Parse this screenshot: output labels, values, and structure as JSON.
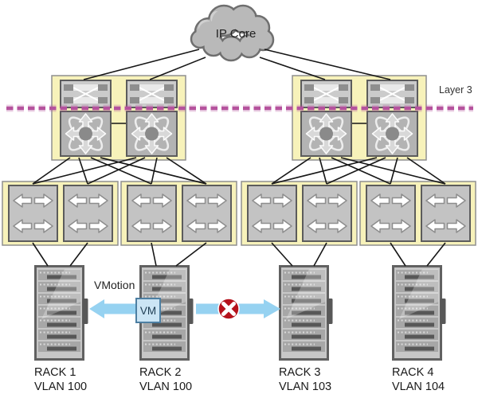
{
  "diagram": {
    "cloud_label": "IP Core",
    "layer_label": "Layer 3",
    "vmotion": {
      "label": "VMotion",
      "vm_badge": "VM"
    },
    "racks": [
      {
        "name": "RACK 1",
        "vlan": "VLAN 100"
      },
      {
        "name": "RACK 2",
        "vlan": "VLAN 100"
      },
      {
        "name": "RACK 3",
        "vlan": "VLAN 103"
      },
      {
        "name": "RACK 4",
        "vlan": "VLAN 104"
      }
    ],
    "icons": {
      "cloud": "ip-core-cloud",
      "router": "layer3-router-module",
      "multilayer_switch": "multilayer-switch",
      "access_switch": "workgroup-switch",
      "server_rack": "server-rack",
      "blocked": "red-x-circle"
    },
    "colors": {
      "block_fill": "#f7f2ba",
      "block_border": "#8f8f8f",
      "layer_boundary": "#b5529d",
      "arrow_blue": "#96d2f1",
      "vm_fill": "#cbe5f5",
      "vm_border": "#4d7fa2",
      "blocked_red": "#b5121c",
      "cloud_fill": "#b9b9b9",
      "device_gray": "#b3b3b3"
    }
  }
}
